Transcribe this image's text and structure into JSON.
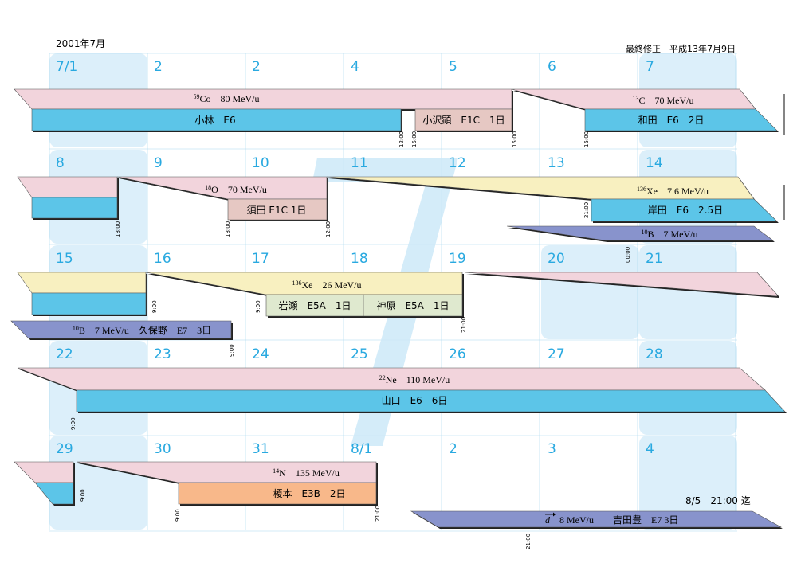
{
  "header": {
    "month_label": "2001年7月",
    "modified_label": "最終修正　平成13年7月9日"
  },
  "colors": {
    "day_number": "#29a9e0",
    "weekend_fill": "#dceffa",
    "grid_line": "#a8d8ef",
    "big_seven": "#cde9f8",
    "pink": "#f2d4dc",
    "cyan": "#5cc5e8",
    "yellow": "#f8f0c0",
    "blue": "#8893cc",
    "tan": "#e6c8c3",
    "green": "#dfe9cf",
    "orange": "#f8b88a"
  },
  "weeks": [
    [
      "7/1",
      "2",
      "2",
      "4",
      "5",
      "6",
      "7"
    ],
    [
      "8",
      "9",
      "10",
      "11",
      "12",
      "13",
      "14"
    ],
    [
      "15",
      "16",
      "17",
      "18",
      "19",
      "20",
      "21"
    ],
    [
      "22",
      "23",
      "24",
      "25",
      "26",
      "27",
      "28"
    ],
    [
      "29",
      "30",
      "31",
      "8/1",
      "2",
      "3",
      "4"
    ]
  ],
  "beams": [
    {
      "pre": "59",
      "sym": "Co",
      "energy": "80 MeV/u"
    },
    {
      "pre": "13",
      "sym": "C",
      "energy": "70 MeV/u"
    },
    {
      "pre": "18",
      "sym": "O",
      "energy": "70 MeV/u"
    },
    {
      "pre": "136",
      "sym": "Xe",
      "energy": "7.6 MeV/u"
    },
    {
      "pre": "10",
      "sym": "B",
      "energy": "7 MeV/u"
    },
    {
      "pre": "136",
      "sym": "Xe",
      "energy": "26 MeV/u"
    },
    {
      "pre": "10",
      "sym": "B",
      "energy": "7 MeV/u　久保野　E7　3日"
    },
    {
      "pre": "22",
      "sym": "Ne",
      "energy": "110 MeV/u"
    },
    {
      "pre": "14",
      "sym": "N",
      "energy": "135 MeV/u"
    }
  ],
  "experiments": [
    "小林　E6",
    "小沢顕　E1C　1日",
    "和田　E6　2日",
    "須田 E1C 1日",
    "岸田　E6　2.5日",
    "岩瀬　E5A　1日",
    "神原　E5A　1日",
    "山口　E6　6日",
    "榎本　E3B　2日"
  ],
  "deuteron": {
    "symbol": "d",
    "text": "　8 MeV/u　　吉田豊　E7 3日"
  },
  "note": "8/5　21:00 迄",
  "times": [
    "12:00",
    "15:00",
    "15:00",
    "15:00",
    "18:00",
    "18:00",
    "12:00",
    "21:00",
    "00:00",
    "9:00",
    "9:00",
    "21:00",
    "9:00",
    "9:00",
    "9:00",
    "9:00",
    "21:00"
  ]
}
